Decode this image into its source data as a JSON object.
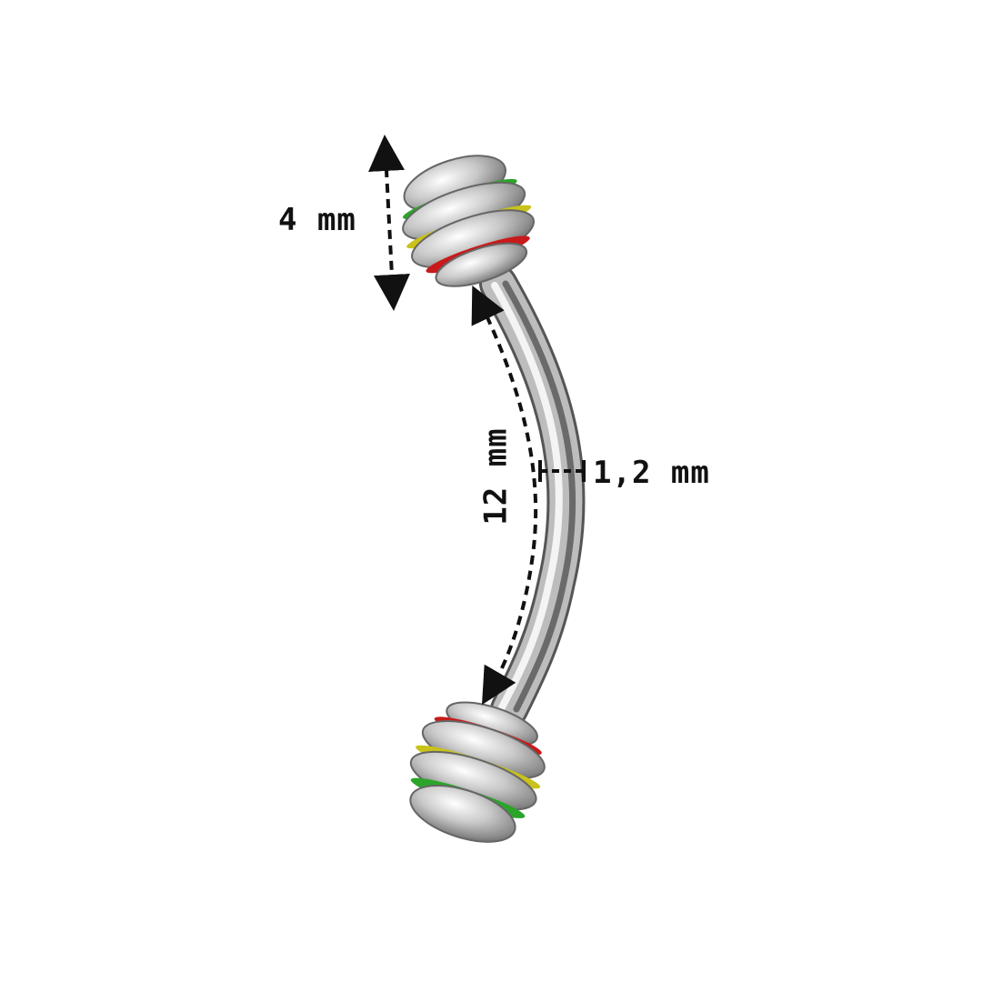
{
  "product": {
    "type": "curved barbell piercing",
    "ring_colors": {
      "green": "#2aa52a",
      "yellow": "#c9c21a",
      "red": "#c81a1a"
    },
    "metal_color": "#c8c8c8"
  },
  "dimensions": {
    "ball_diameter": "4 mm",
    "bar_length": "12 mm",
    "bar_thickness": "1,2 mm"
  },
  "background": "#ffffff"
}
